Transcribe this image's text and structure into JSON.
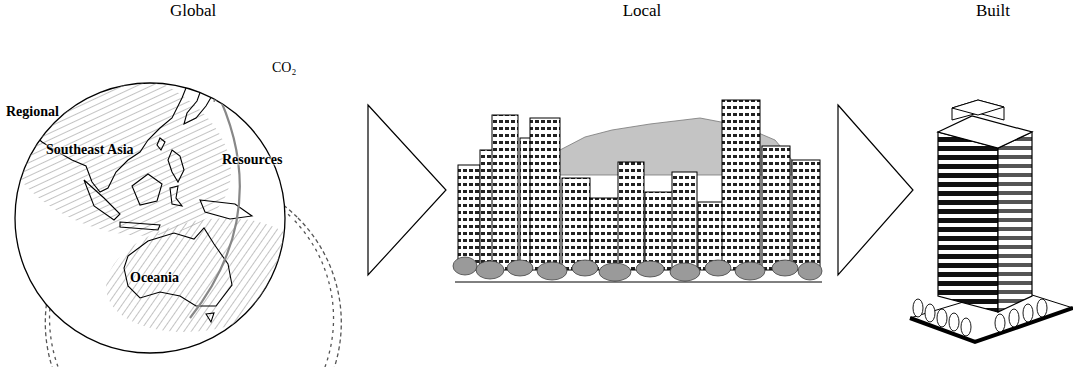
{
  "diagram": {
    "nodes": [
      {
        "text": [
          "Global",
          "Regional",
          "Southeast Asia",
          "Resources",
          "Oceania",
          "CO₂"
        ]
      },
      {
        "text": [
          "Local"
        ]
      },
      {
        "text": [
          "Built"
        ]
      }
    ],
    "edges": [
      {
        "from": 0,
        "to": 1,
        "arrow": "to"
      },
      {
        "from": 1,
        "to": 2,
        "arrow": "to"
      }
    ]
  }
}
